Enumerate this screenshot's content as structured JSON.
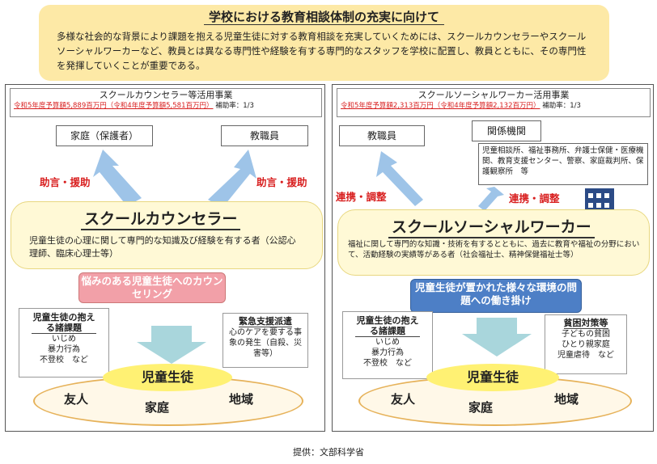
{
  "header": {
    "title": "学校における教育相談体制の充実に向けて",
    "body": "多様な社会的な背景により課題を抱える児童生徒に対する教育相談を充実していくためには、スクールカウンセラーやスクールソーシャルワーカーなど、教員とは異なる専門性や経験を有する専門的なスタッフを学校に配置し、教員とともに、その専門性を発揮していくことが重要である。"
  },
  "left": {
    "budget_title": "スクールカウンセラー等活用事業",
    "budget_line": "令和5年度予算額5,889百万円（令和4年度予算額5,581百万円）",
    "subsidy": "補助率：1/3",
    "family_box": "家庭（保護者）",
    "teacher_box": "教職員",
    "advice_left": "助言・援助",
    "advice_right": "助言・援助",
    "role_title": "スクールカウンセラー",
    "role_desc": "児童生徒の心理に関して専門的な知識及び経験を有する者（公認心理師、臨床心理士等）",
    "action": "悩みのある児童生徒へのカウンセリング",
    "issues_title": "児童生徒の抱える諸課題",
    "issues_items": [
      "いじめ",
      "暴力行為",
      "不登校　など"
    ],
    "emergency_title": "緊急支援派遣",
    "emergency_body": "心のケアを要する事象の発生（自殺、災害等）",
    "student": "児童生徒",
    "friends": "友人",
    "home": "家庭",
    "community": "地域"
  },
  "right": {
    "budget_title": "スクールソーシャルワーカー活用事業",
    "budget_line": "令和5年度予算額2,313百万円（令和4年度予算額2,132百万円）",
    "subsidy": "補助率：1/3",
    "teacher_box": "教職員",
    "agency_box": "関係機関",
    "agency_list": "児童相談所、福祉事務所、弁護士保健・医療機関、教育支援センター、警察、家庭裁判所、保護観察所　等",
    "coop_left": "連携・調整",
    "coop_right": "連携・調整",
    "role_title": "スクールソーシャルワーカー",
    "role_desc": "福祉に関して専門的な知識・技術を有するとともに、過去に教育や福祉の分野において、活動経験の実績等がある者（社会福祉士、精神保健福祉士等）",
    "action": "児童生徒が置かれた様々な環境の問題への働き掛け",
    "issues_title": "児童生徒の抱える諸課題",
    "issues_items": [
      "いじめ",
      "暴力行為",
      "不登校　など"
    ],
    "poverty_title": "貧困対策等",
    "poverty_items": [
      "子どもの貧困",
      "ひとり親家庭",
      "児童虐待　など"
    ],
    "student": "児童生徒",
    "friends": "友人",
    "home": "家庭",
    "community": "地域"
  },
  "footer": "提供：文部科学省",
  "colors": {
    "header_bg": "#fde9a6",
    "accent_red": "#d81e1e",
    "arrow_blue": "#9ec4e8",
    "pink": "#f2a0a8",
    "blue": "#4d7fc6"
  }
}
